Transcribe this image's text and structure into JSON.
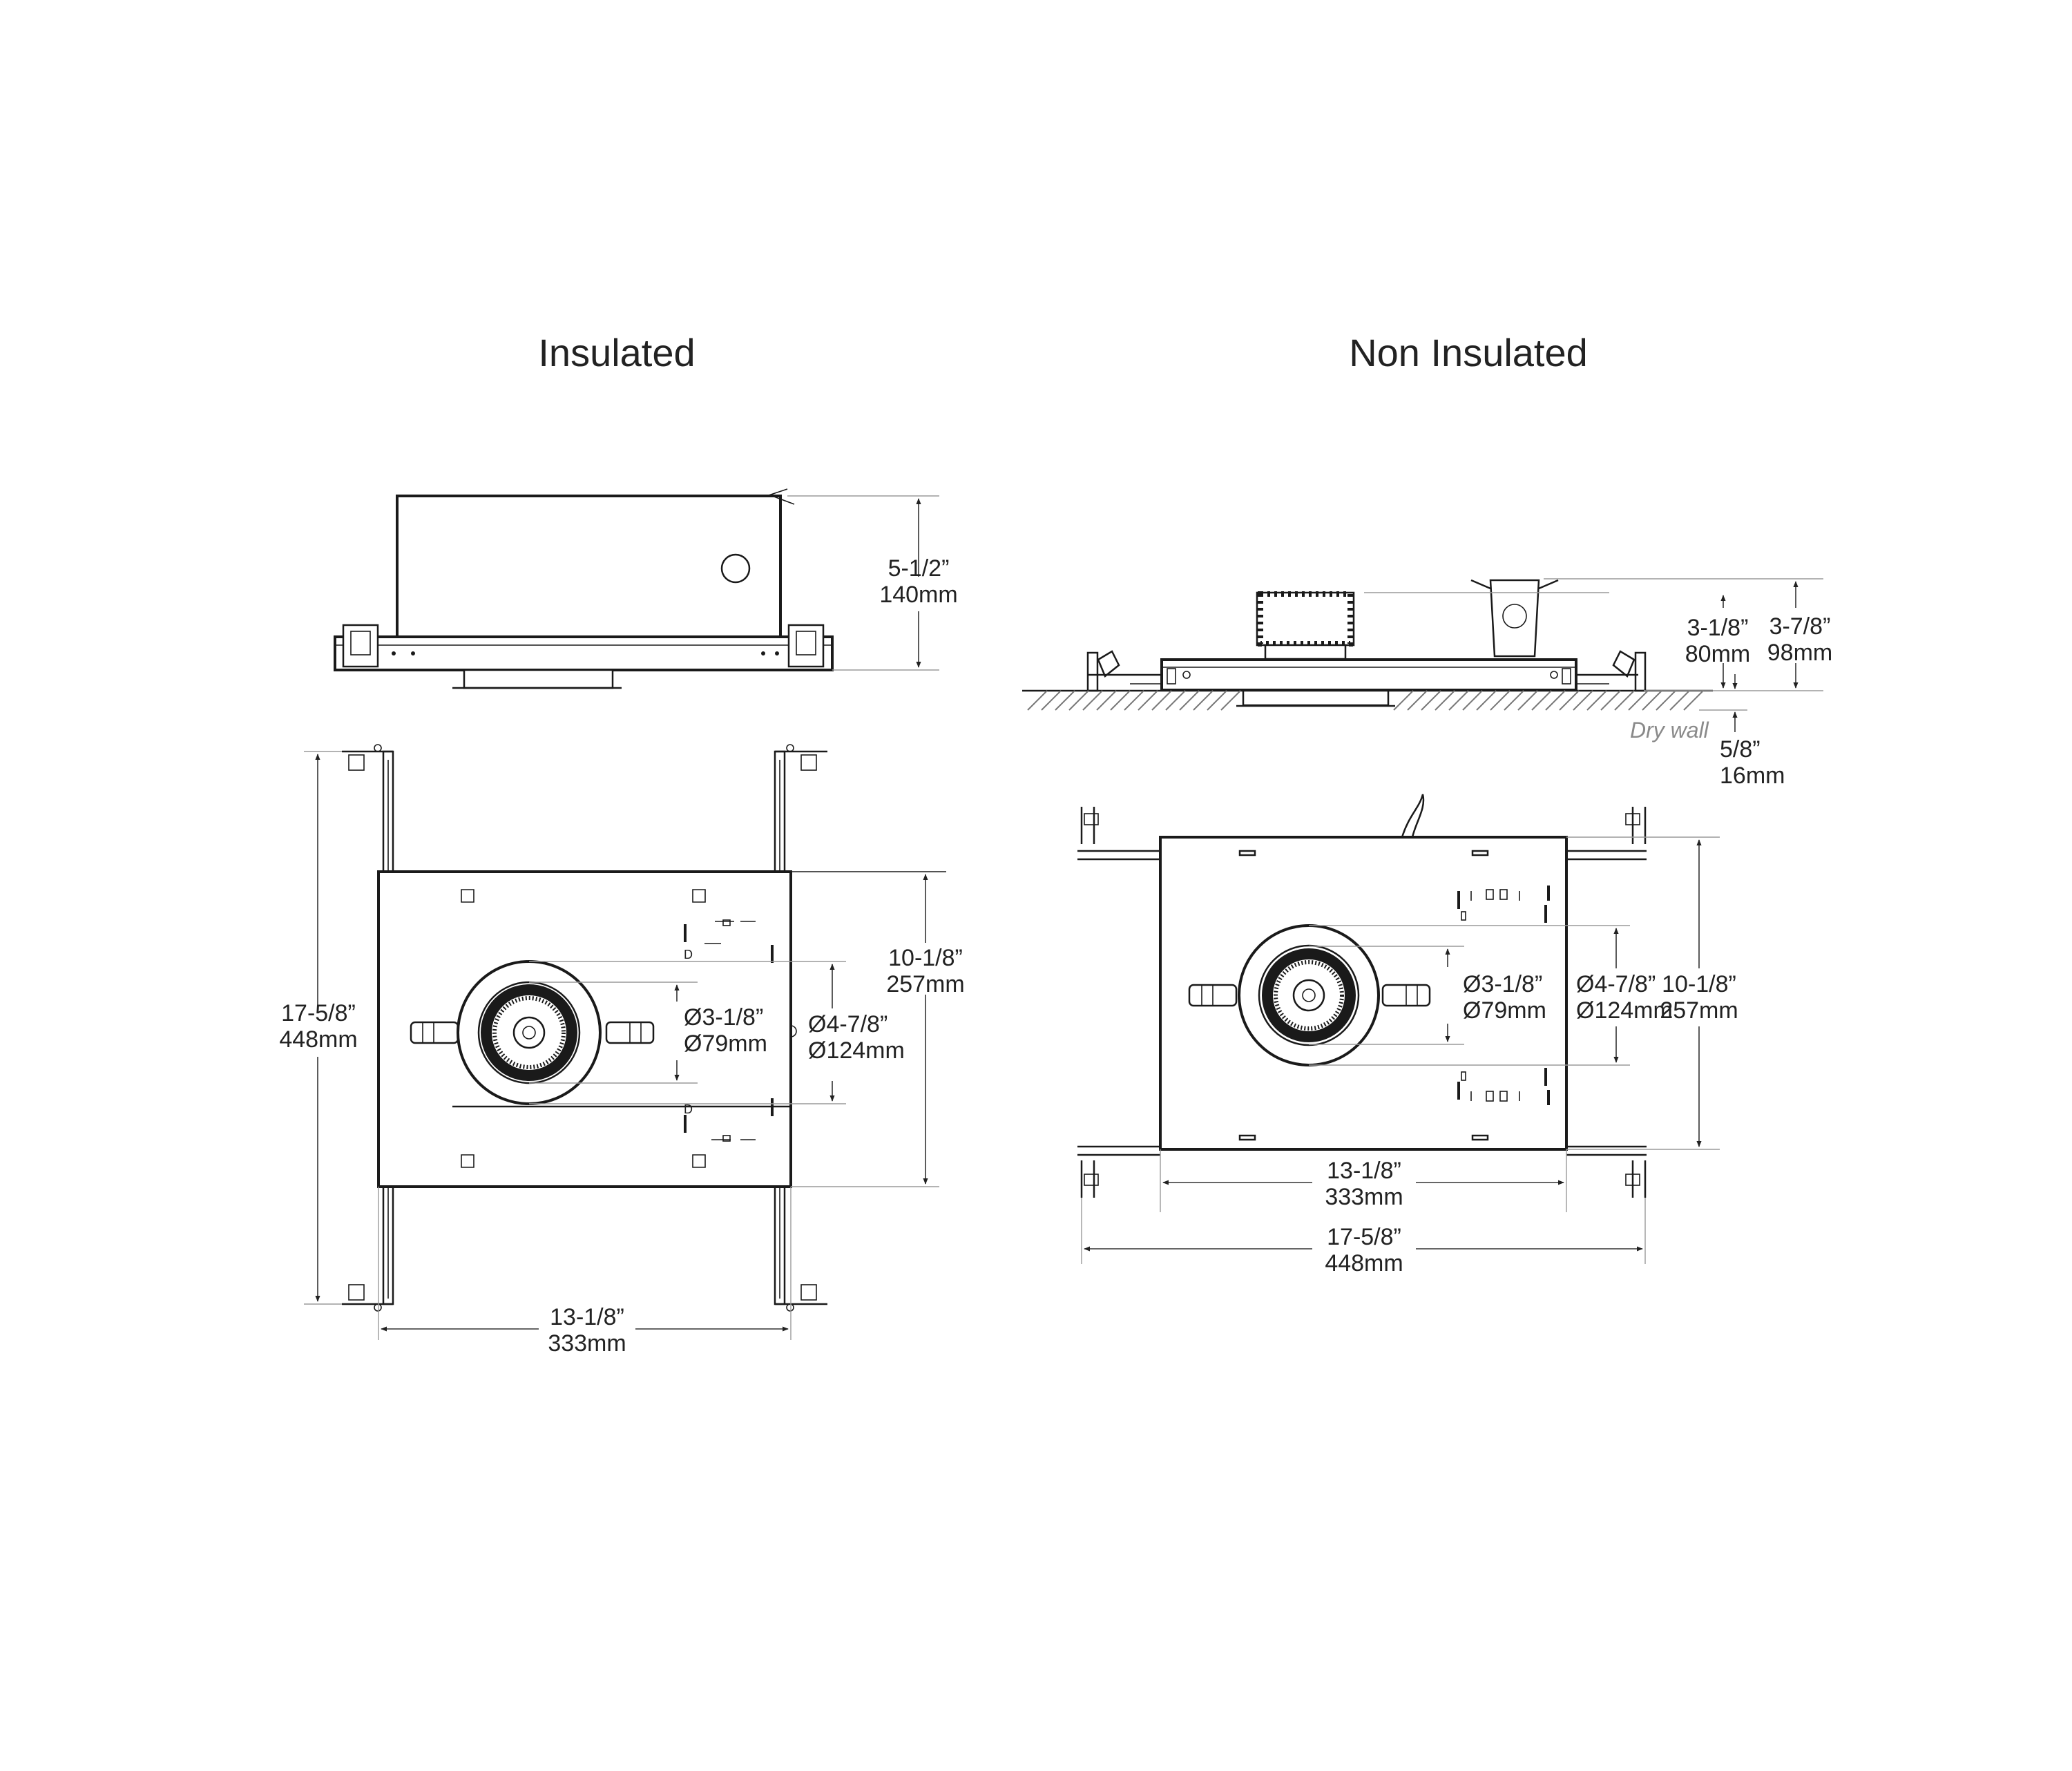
{
  "insulated": {
    "title": "Insulated",
    "height_in": "5-1/2”",
    "height_mm": "140mm",
    "length_in": "17-5/8”",
    "length_mm": "448mm",
    "plate_in": "10-1/8”",
    "plate_mm": "257mm",
    "width_in": "13-1/8”",
    "width_mm": "333mm",
    "aperture_in": "Ø3-1/8”",
    "aperture_mm": "Ø79mm",
    "cutout_in": "Ø4-7/8”",
    "cutout_mm": "Ø124mm"
  },
  "non_insulated": {
    "title": "Non Insulated",
    "h1_in": "3-1/8”",
    "h1_mm": "80mm",
    "h2_in": "3-7/8”",
    "h2_mm": "98mm",
    "drywall_label": "Dry wall",
    "drywall_in": "5/8”",
    "drywall_mm": "16mm",
    "aperture_in": "Ø3-1/8”",
    "aperture_mm": "Ø79mm",
    "cutout_in": "Ø4-7/8”",
    "cutout_mm": "Ø124mm",
    "plate_in": "10-1/8”",
    "plate_mm": "257mm",
    "width_in": "13-1/8”",
    "width_mm": "333mm",
    "length_in": "17-5/8”",
    "length_mm": "448mm"
  },
  "colors": {
    "line": "#1a1a1a",
    "extension": "#9a9a9a",
    "drywall_text": "#8a8a8a"
  }
}
